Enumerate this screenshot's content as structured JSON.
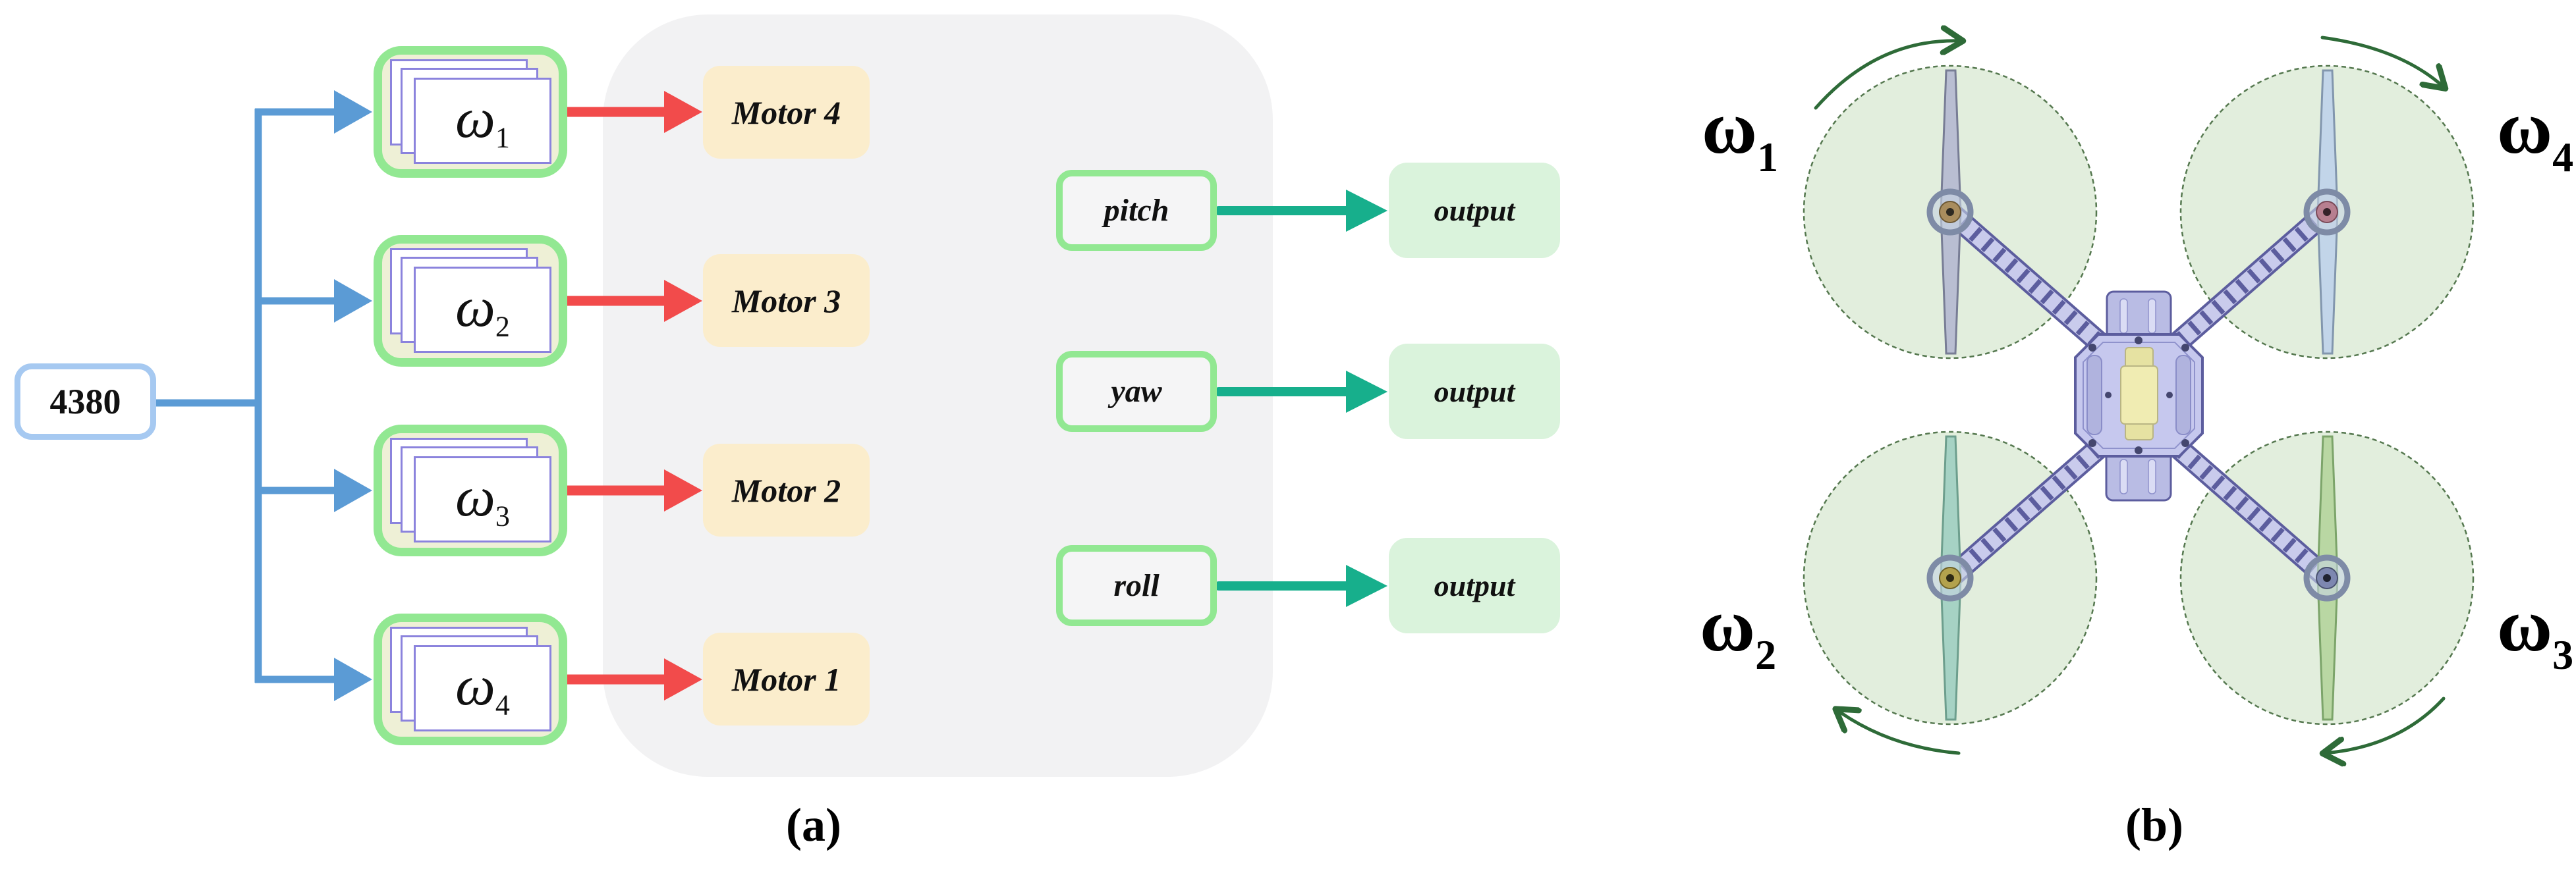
{
  "panel_a": {
    "caption": "(a)",
    "source_label": "4380",
    "motor_rows": [
      {
        "omega_symbol": "ω",
        "omega_subscript": "1",
        "motor_label": "Motor 4"
      },
      {
        "omega_symbol": "ω",
        "omega_subscript": "2",
        "motor_label": "Motor 3"
      },
      {
        "omega_symbol": "ω",
        "omega_subscript": "3",
        "motor_label": "Motor 2"
      },
      {
        "omega_symbol": "ω",
        "omega_subscript": "4",
        "motor_label": "Motor 1"
      }
    ],
    "control_rows": [
      {
        "label": "pitch",
        "output_label": "output"
      },
      {
        "label": "yaw",
        "output_label": "output"
      },
      {
        "label": "roll",
        "output_label": "output"
      }
    ]
  },
  "panel_b": {
    "caption": "(b)",
    "rotor_labels": {
      "top_left": {
        "symbol": "ω",
        "subscript": "1"
      },
      "top_right": {
        "symbol": "ω",
        "subscript": "4"
      },
      "bottom_left": {
        "symbol": "ω",
        "subscript": "2"
      },
      "bottom_right": {
        "symbol": "ω",
        "subscript": "3"
      }
    }
  },
  "colors": {
    "flow_blue": "#5B9BD5",
    "flow_red": "#F24B4B",
    "flow_teal": "#17AF8C",
    "node_green_border": "#92E892",
    "omega_box_fill": "#EEF0D6",
    "card_border": "#8B83DD",
    "motor_box_fill": "#FBEDCC",
    "output_box_fill": "#DAF3DC",
    "panel_gray": "#F2F2F3",
    "source_border_blue": "#A6C9F1",
    "rotor_disk_green": "#DCEAD6",
    "frame_lavender": "#C6C8EE",
    "frame_outline": "#5C5D9E",
    "battery_yellow": "#F0ECB2",
    "rotation_arrow_green": "#2E6B38"
  }
}
